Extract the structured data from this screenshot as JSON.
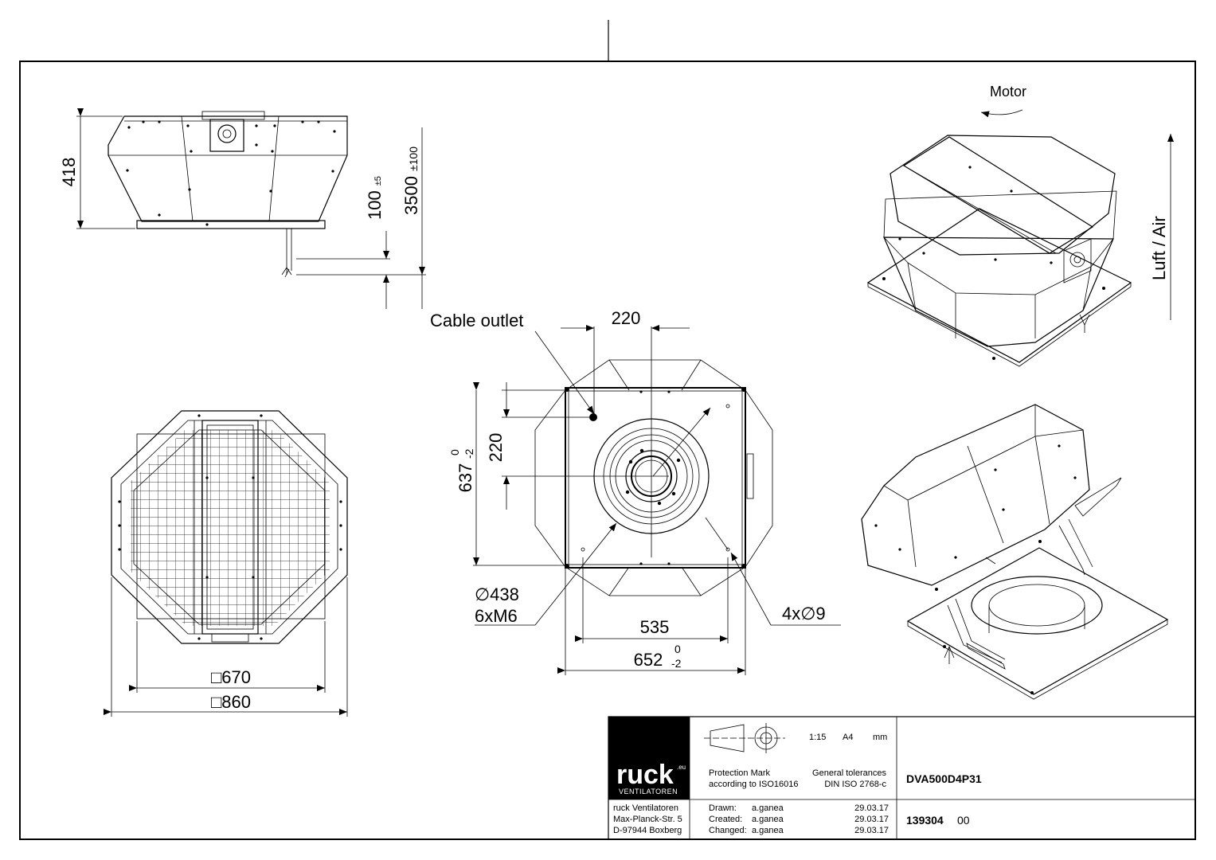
{
  "labels": {
    "motor": "Motor",
    "air": "Luft / Air",
    "cable_outlet": "Cable outlet"
  },
  "dimensions": {
    "height_418": "418",
    "d100": "100",
    "d100_tol": "±5",
    "d3500": "3500",
    "d3500_tol": "±100",
    "top_220": "220",
    "side_220": "220",
    "side_637": "637",
    "side_637_tol_up": "0",
    "side_637_tol_dn": "-2",
    "diam_438": "∅438",
    "bolts": "6xM6",
    "holes": "4x∅9",
    "bottom_535": "535",
    "bottom_652": "652",
    "bottom_652_tol_up": "0",
    "bottom_652_tol_dn": "-2",
    "sq_670": "□670",
    "sq_860": "□860"
  },
  "title_block": {
    "logo_text": "ruck",
    "logo_sup": ".eu",
    "logo_sub": "VENTILATOREN",
    "scale": "1:15",
    "format": "A4",
    "unit": "mm",
    "protection_l1": "Protection Mark",
    "protection_l2": "according to ISO16016",
    "tol_l1": "General tolerances",
    "tol_l2": "DIN ISO 2768-c",
    "product": "DVA500D4P31",
    "company": "ruck Ventilatoren",
    "street": "Max-Planck-Str. 5",
    "city": "D-97944 Boxberg",
    "drawn_label": "Drawn:",
    "drawn_by": "a.ganea",
    "drawn_date": "29.03.17",
    "created_label": "Created:",
    "created_by": "a.ganea",
    "created_date": "29.03.17",
    "changed_label": "Changed:",
    "changed_by": "a.ganea",
    "changed_date": "29.03.17",
    "drawing_no": "139304",
    "revision": "00"
  }
}
